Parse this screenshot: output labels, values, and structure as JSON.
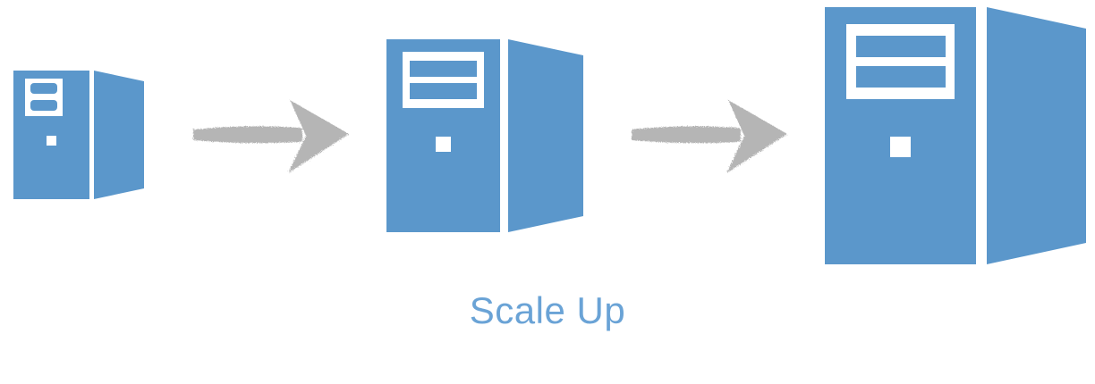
{
  "diagram": {
    "caption": "Scale Up",
    "colors": {
      "server": "#5b97cb",
      "arrow": "#b3b3b3",
      "caption": "#6aa3d6",
      "background": "#ffffff"
    },
    "nodes": [
      {
        "id": "small-server",
        "icon": "server-tower-icon",
        "size": "small"
      },
      {
        "id": "medium-server",
        "icon": "server-tower-icon",
        "size": "medium"
      },
      {
        "id": "large-server",
        "icon": "server-tower-icon",
        "size": "large"
      }
    ],
    "edges": [
      {
        "from": "small-server",
        "to": "medium-server",
        "icon": "arrow-right-icon"
      },
      {
        "from": "medium-server",
        "to": "large-server",
        "icon": "arrow-right-icon"
      }
    ]
  }
}
